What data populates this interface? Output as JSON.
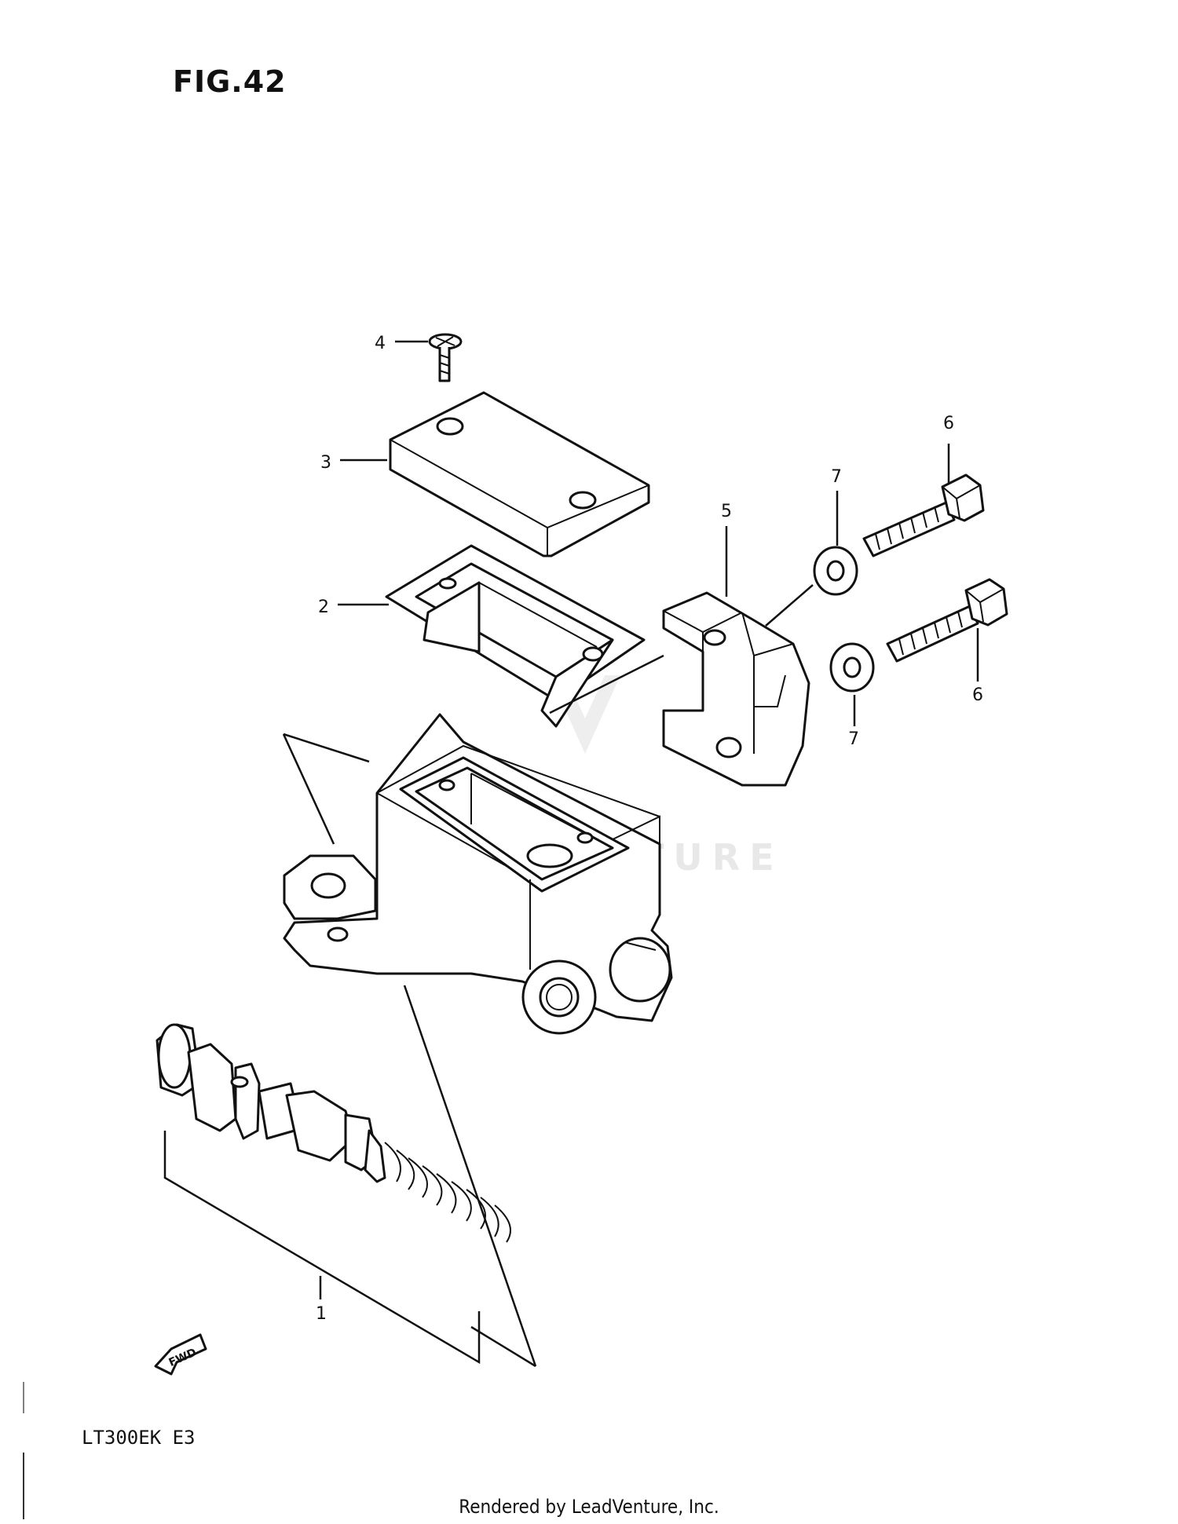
{
  "figure": {
    "title": "FIG.42"
  },
  "model": {
    "code": "LT300EK  E3"
  },
  "footer": {
    "rendered_by": "Rendered by LeadVenture, Inc."
  },
  "watermark": {
    "text": "LEADVENTURE"
  },
  "direction_tag": {
    "text": "FWD"
  },
  "callouts": [
    {
      "number": "1"
    },
    {
      "number": "2"
    },
    {
      "number": "3"
    },
    {
      "number": "4"
    },
    {
      "number": "5"
    },
    {
      "number": "6"
    },
    {
      "number": "6"
    },
    {
      "number": "7"
    },
    {
      "number": "7"
    }
  ],
  "colors": {
    "ink": "#111111",
    "watermark": "#e6e6e6",
    "background": "#ffffff"
  }
}
